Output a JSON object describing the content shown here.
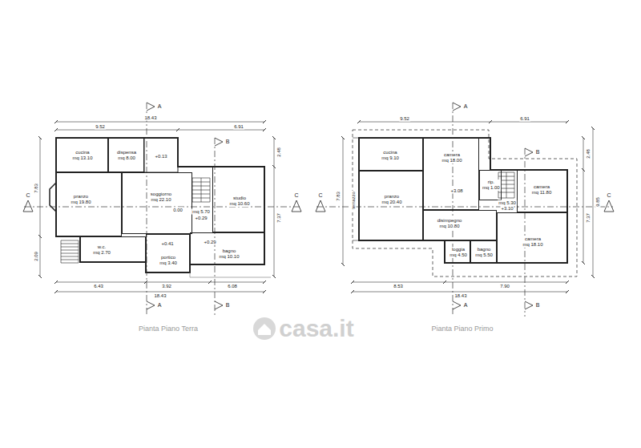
{
  "diagram": {
    "nodes": [
      {
        "text": [
          "cucina",
          "mq 13.10"
        ]
      },
      {
        "text": [
          "dispensa",
          "mq 8.00"
        ]
      },
      {
        "text": [
          "pranzo",
          "mq 19.80"
        ]
      },
      {
        "text": [
          "soggiorno",
          "mq 22.10"
        ]
      },
      {
        "text": [
          "studio",
          "mq 10.60"
        ]
      },
      {
        "text": [
          "w.c.",
          "mq 2.70"
        ]
      },
      {
        "text": [
          "portico",
          "mq 3.40"
        ]
      },
      {
        "text": [
          "bagno",
          "mq 10.10"
        ]
      },
      {
        "text": [
          "cucina",
          "mq 9.10"
        ]
      },
      {
        "text": [
          "camera",
          "mq 18.00"
        ]
      },
      {
        "text": [
          "pranzo",
          "mq 20.40"
        ]
      },
      {
        "text": [
          "rip.",
          "mq 1.00"
        ]
      },
      {
        "text": [
          "camera",
          "mq 11.80"
        ]
      },
      {
        "text": [
          "disimpegno",
          "mq 10.80"
        ]
      },
      {
        "text": [
          "camera",
          "mq 18.10"
        ]
      },
      {
        "text": [
          "loggia",
          "mq 4.50"
        ]
      },
      {
        "text": [
          "bagno",
          "mq 5.50"
        ]
      }
    ],
    "labels": [
      "Pianta Piano Terra",
      "Pianta Piano Primo",
      "casa.it",
      "18.43",
      "9.52",
      "6.91",
      "7.83",
      "2.09",
      "2.48",
      "7.37",
      "6.43",
      "3.92",
      "6.08",
      "18.43",
      "A",
      "A",
      "B",
      "B",
      "C",
      "C",
      "+0.13",
      "0.00",
      "mq 5.70",
      "+0.29",
      "+0.41",
      "+0.29",
      "9.52",
      "6.91",
      "7.83",
      "2.48",
      "7.37",
      "9.85",
      "8.53",
      "7.90",
      "18.43",
      "A",
      "A",
      "B",
      "B",
      "C",
      "C",
      "+3.08",
      "mq 5.30",
      "+3.10",
      "terrazzo"
    ]
  }
}
